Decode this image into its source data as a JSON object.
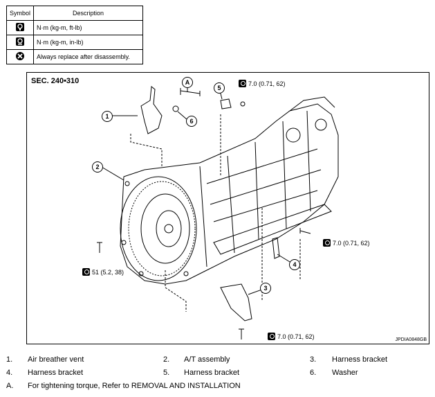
{
  "symbol_table": {
    "header_symbol": "Symbol",
    "header_description": "Description",
    "rows": [
      {
        "icon": "torque-wrench-icon",
        "description": "N·m (kg-m, ft-lb)"
      },
      {
        "icon": "torque-wrench-small-icon",
        "description": "N·m (kg-m, in-lb)"
      },
      {
        "icon": "replace-x-icon",
        "description": "Always replace after disassembly."
      }
    ]
  },
  "diagram": {
    "section": "SEC. 240•310",
    "figure_id": "JPDIA0848GB",
    "callouts": [
      "1",
      "2",
      "3",
      "4",
      "5",
      "6",
      "A"
    ],
    "torques": {
      "top": "7.0 (0.71, 62)",
      "right": "7.0 (0.71, 62)",
      "bottom": "7.0 (0.71, 62)",
      "left": "51 (5.2, 38)"
    }
  },
  "legend": {
    "items": [
      {
        "num": "1.",
        "label": "Air breather vent"
      },
      {
        "num": "2.",
        "label": "A/T assembly"
      },
      {
        "num": "3.",
        "label": "Harness bracket"
      },
      {
        "num": "4.",
        "label": "Harness bracket"
      },
      {
        "num": "5.",
        "label": "Harness bracket"
      },
      {
        "num": "6.",
        "label": "Washer"
      }
    ],
    "note_letter": "A.",
    "note_text": "For tightening torque, Refer to",
    "note_link": "REMOVAL AND INSTALLATION"
  }
}
